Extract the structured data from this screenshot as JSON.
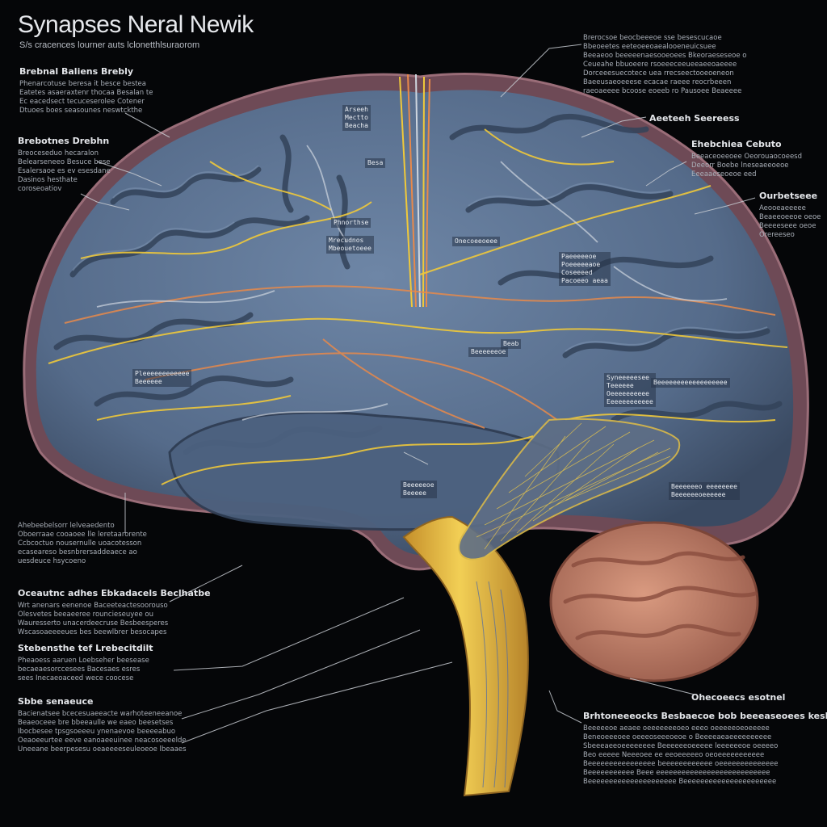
{
  "header": {
    "title": "Synapses Neral Newik",
    "subtitle": "S/s cracences lourner auts lclonetthlsuraorom"
  },
  "annotations_left": [
    {
      "heading": "Brebnal Baliens Brebly",
      "lines": [
        "Phenarcotuse beresa it besce bestea",
        "Eatetes asaeraxtenr thocaa Besalan te",
        "Ec eacedsect tecuceserolee Cotener",
        "Dtuoes boes seasounes neswtckthe"
      ]
    },
    {
      "heading": "Brebotnes Drebhn",
      "lines": [
        "Breoceseduo hecaralon",
        "Belearseneeo Besuce bese",
        "Esalersaoe es ev esesdane",
        "Dasinos hesthate",
        "coroseoatiov"
      ]
    },
    {
      "heading": "",
      "lines": [
        "Ahebeebelsorr lelveaedento",
        "Oboerraae cooaoee lle leretaarorente",
        "Ccbcoctuo nousernulle uoacotesson",
        "ecaseareso besnbrersaddeaece ao",
        "uesdeuce hsycoeno"
      ]
    },
    {
      "heading": "Oceautnc adhes Ebkadacels Beclhatbe",
      "lines": [
        "Wrt anenars eenenoe Baceeteactesoorouso",
        "Olesvetes beeaeeree rouncieseuyee ou",
        "Wauresserto unacerdeecruse Besbeesperes",
        "Wscasoaeeeeues bes beewlbrer besocapes"
      ]
    },
    {
      "heading": "Stebensthe tef Lrebecitdilt",
      "lines": [
        "Pheaoess aaruen Loebseher beesease",
        "becaeaesorccesees Bacesaes esres",
        "sees Inecaeoaceed wece coocese"
      ]
    },
    {
      "heading": "Sbbe senaeuce",
      "lines": [
        "Bacienatsee bcecesuaeeacte warhoteeneeanoe",
        "Beaeoceee bre bbeeaulle we eaeo beesetses",
        "Ibocbesee tpsgsoeeeu ynenaevoe beeeeabuo",
        "Oeaoeeurtee eeve eanoaeeuinee neacosoeeelde",
        "Uneeane beerpesesu oeaeeeeseuleoeoe lbeaaes"
      ]
    }
  ],
  "annotations_right": [
    {
      "heading": "",
      "lines": [
        "Brerocsoe beocbeeeoe sse besescucaoe",
        "Bbeoeetes eeteoeeoaealooeneuicsuee",
        "Beeaeoo beeeeenaesooeoees Bkeoraeseseoe o",
        "Ceueahe bbuoeere rsoeeeceeueeaeeoaeeee",
        "Dorceeesuecotece uea rrecseectooeoeneon",
        "Baeeusaeoeeese ecacae raeee reocrbeeen",
        "raeoaeeee bcoose eoeeb ro Pausoee Beaeeee"
      ]
    },
    {
      "heading": "Aeeteeh Seereess",
      "lines": []
    },
    {
      "heading": "Ehebchiea Cebuto",
      "lines": [
        "Beeaceoeeoee Oeorouaocoeesd",
        "Deeorr Boebe lneseaeeoeoe",
        "Eeeaaeseoeoe eed"
      ]
    },
    {
      "heading": "Ourbetseee",
      "lines": [
        "Aeooeaeeeee",
        "Beaeeoeeoe oeoe",
        "Beeeeseee oeoe",
        "Orereeseo"
      ]
    },
    {
      "heading": "Ohecoeecs esotnel",
      "lines": []
    },
    {
      "heading": "Brhtoneeeocks Besbaecoe bob beeeaseoees kesb b",
      "lines": [
        "Beeeeeoe aeaee oeeeeeeeoeo eeeo oeeeeeoeoeeeee",
        "Beneoeeeoee oeeeoseeeoeoe o Beeeeaeaeeeeeeeeee",
        "Sbeeeaeeoeeeeeeee Beeeeeeoeeeee leeeeeeoe oeeeeo",
        "Beo eeeee Neeeoee ee eeoeeeeeo oeoeeeeeeeeeee",
        "Beeeeeeeeeeeeeeee beeeeeeeeeeee oeeeeeeeeeeeeee",
        "Beeeeeeeeeee Beee eeeeeeeeeeeeeeeeeeeeeeeeeee",
        "Beeeeeeeeeeeeeeeeeeeee Beeeeeeeeeeeeeeeeeeeeee"
      ]
    }
  ],
  "region_tags": [
    [
      "Arseeh",
      "Mectto",
      "Beacha"
    ],
    [
      "Besa"
    ],
    [
      "Phnorthse"
    ],
    [
      "Mrecudnos",
      "Mbeouetoeee"
    ],
    [
      "Onecoeeoeee"
    ],
    [
      "Paeeeeeoe",
      "Poeeeeeaoe",
      "Coseeeed",
      "Pacoeeo aeaa"
    ],
    [
      "Beab"
    ],
    [
      "Beeeeeeoe"
    ],
    [
      "Pleeeeeeeeeeee",
      "Beeeeee"
    ],
    [
      "Syneeeeesee",
      "Teeeeee",
      "Oeeeeeeeeee",
      "Eeeeeeeeeeee"
    ],
    [
      "Beeeeeeeeeeeeeeeeee"
    ],
    [
      "Beeeeeoe",
      "Beeeee"
    ],
    [
      "Beeeeeeo eeeeeeee",
      "Beeeeeeoeeeeee"
    ]
  ],
  "colors": {
    "background": "#050608",
    "cortex": "#59708f",
    "cortex_dark": "#3d4f68",
    "meninges": "#8a5f6a",
    "cerebellum": "#c98a72",
    "brainstem": "#e3b74a",
    "nerve_yellow": "#f0c93a",
    "nerve_orange": "#e8894a",
    "nerve_white": "#cfd6df",
    "leader_line": "#c8ccd2"
  }
}
